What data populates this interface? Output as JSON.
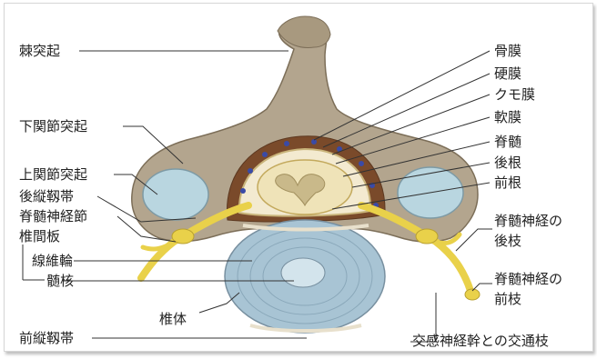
{
  "labels": {
    "spinous_process": "棘突起",
    "inferior_articular_process": "下関節突起",
    "superior_articular_process": "上関節突起",
    "posterior_longitudinal_ligament": "後縦靱帯",
    "spinal_ganglion": "脊髄神経節",
    "intervertebral_disc": "椎間板",
    "annulus_fibrosus": "線維輪",
    "nucleus_pulposus": "髄核",
    "anterior_longitudinal_ligament": "前縦靱帯",
    "vertebral_body": "椎体",
    "periosteum": "骨膜",
    "dura_mater": "硬膜",
    "arachnoid": "クモ膜",
    "pia_mater": "軟膜",
    "spinal_cord": "脊髄",
    "posterior_root": "後根",
    "anterior_root": "前根",
    "posterior_ramus_line1": "脊髄神経の",
    "posterior_ramus_line2": "後枝",
    "anterior_ramus_line1": "脊髄神経の",
    "anterior_ramus_line2": "前枝",
    "communicating_branch": "交感神経幹との交通枝"
  },
  "colors": {
    "bone": "#b3a58e",
    "bone_dark": "#8a7b64",
    "cartilage": "#b9d6e0",
    "nerve": "#e9d14a",
    "fat": "#7a4a2a",
    "csf": "#f3ead0",
    "vessel": "#3a4aa6",
    "leader": "#333333"
  }
}
